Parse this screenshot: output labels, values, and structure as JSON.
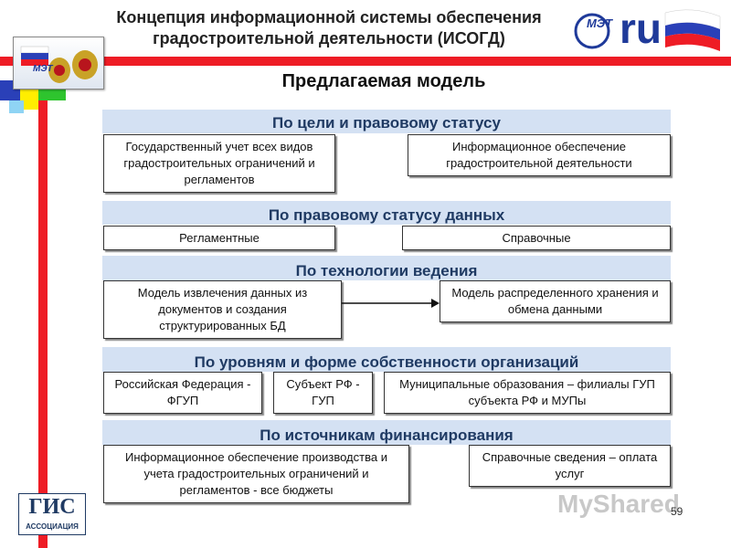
{
  "header": {
    "title_line1": "Концепция информационной системы обеспечения",
    "title_line2": "градостроительной деятельности (ИСОГД)"
  },
  "subtitle": "Предлагаемая модель",
  "sections": [
    {
      "heading": "По цели и правовому статусу",
      "boxes": [
        "Государственный учет всех видов градостроительных ограничений и регламентов",
        "Информационное обеспечение градостроительной деятельности"
      ]
    },
    {
      "heading": "По правовому статусу данных",
      "boxes": [
        "Регламентные",
        "Справочные"
      ]
    },
    {
      "heading": "По технологии ведения",
      "boxes": [
        "Модель извлечения данных из документов и создания структурированных БД",
        "Модель распределенного хранения и обмена данными"
      ]
    },
    {
      "heading": "По уровням и форме собственности организаций",
      "boxes": [
        "Российская Федерация - ФГУП",
        "Субъект РФ - ГУП",
        "Муниципальные образования – филиалы ГУП субъекта РФ и МУПы"
      ]
    },
    {
      "heading": "По источникам финансирования",
      "boxes": [
        "Информационное обеспечение производства и учета градостроительных ограничений и регламентов - все бюджеты",
        "Справочные сведения – оплата услуг"
      ]
    }
  ],
  "logos": {
    "left_text": "МЭТ",
    "right_text_1": "МЭТ",
    "right_text_2": "ru",
    "gis_main": "ГИС",
    "gis_sub": "АССОЦИАЦИЯ"
  },
  "watermark": "MyShared",
  "page_number": "59",
  "colors": {
    "accent_red": "#ee1c25",
    "bar_bg": "#d4e1f3",
    "bar_text": "#1f3a63",
    "ru_blue": "#1f3a9a"
  }
}
